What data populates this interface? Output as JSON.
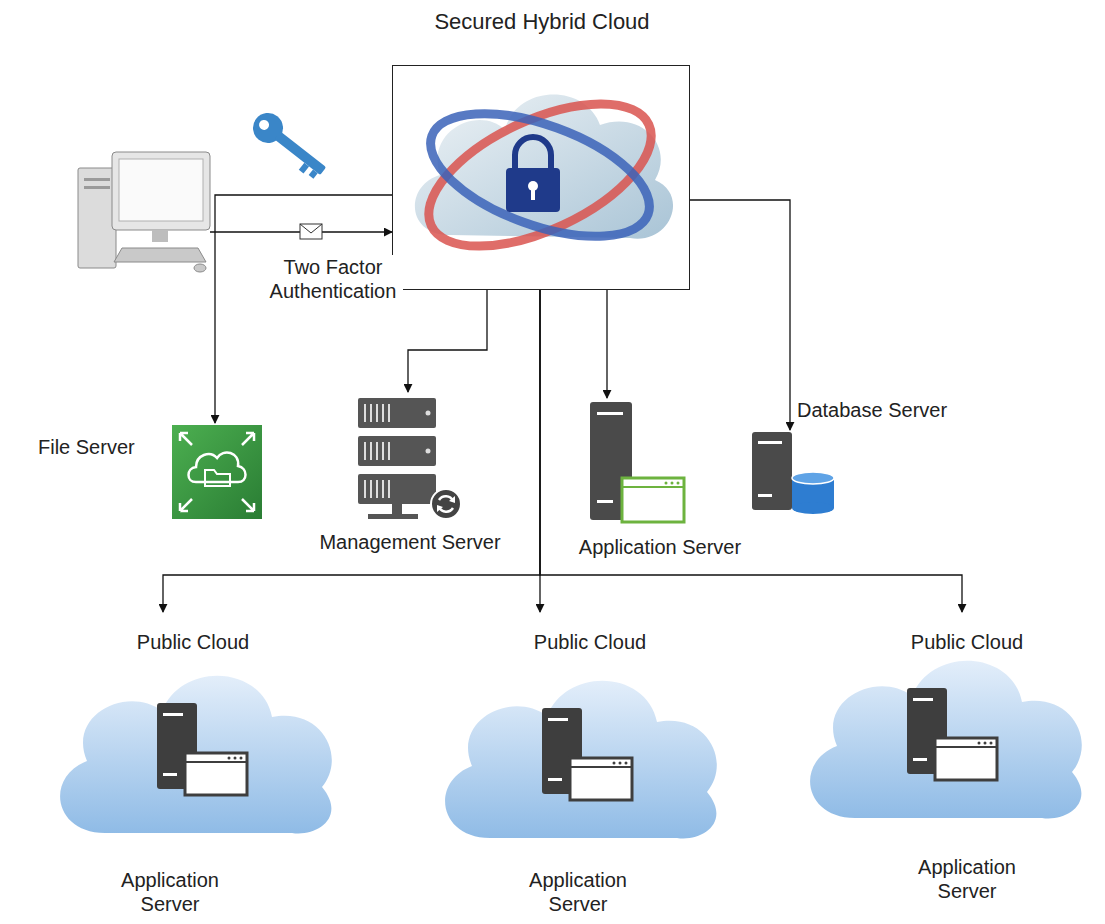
{
  "diagram": {
    "nodes": [
      {
        "text": [
          "Secured Hybrid Cloud"
        ]
      },
      {
        "text": []
      },
      {
        "text": [
          "File Server"
        ]
      },
      {
        "text": [
          "Management Server"
        ]
      },
      {
        "text": [
          "Application Server"
        ]
      },
      {
        "text": [
          "Database Server"
        ]
      },
      {
        "text": [
          "Public Cloud",
          "Application Server"
        ]
      },
      {
        "text": [
          "Public Cloud",
          "Application Server"
        ]
      },
      {
        "text": [
          "Public Cloud",
          "Application Server"
        ]
      }
    ],
    "edges": [
      {
        "from": 1,
        "to": 0,
        "arrow": "to",
        "label": "Two Factor Authentication"
      },
      {
        "from": 0,
        "to": 2,
        "arrow": "to"
      },
      {
        "from": 0,
        "to": 3,
        "arrow": "to"
      },
      {
        "from": 0,
        "to": 4,
        "arrow": "to"
      },
      {
        "from": 0,
        "to": 5,
        "arrow": "to"
      },
      {
        "from": 0,
        "to": 6,
        "arrow": "to"
      },
      {
        "from": 0,
        "to": 7,
        "arrow": "to"
      },
      {
        "from": 0,
        "to": 8,
        "arrow": "to"
      }
    ]
  }
}
